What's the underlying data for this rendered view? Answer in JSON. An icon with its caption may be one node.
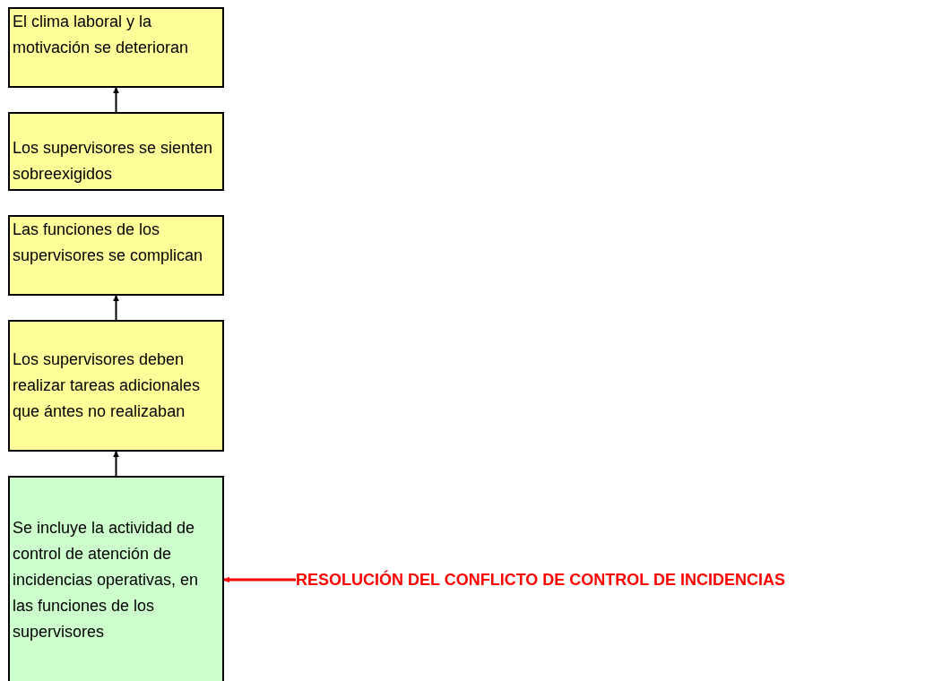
{
  "diagram": {
    "nodes": [
      {
        "text": [
          "El clima laboral y la motivación se deterioran"
        ]
      },
      {
        "text": [
          "Los supervisores se sienten sobreexigidos"
        ]
      },
      {
        "text": [
          "Las funciones de los supervisores se complican"
        ]
      },
      {
        "text": [
          "Los supervisores deben realizar tareas adicionales que ántes no realizaban"
        ]
      },
      {
        "text": [
          "Se incluye la actividad de control de atención de incidencias operativas, en las funciones de los supervisores"
        ]
      },
      {
        "text": [
          "RESOLUCIÓN DEL CONFLICTO DE CONTROL DE INCIDENCIAS"
        ]
      }
    ],
    "edges": [
      {
        "from": 1,
        "to": 0,
        "arrow": "to"
      },
      {
        "from": 3,
        "to": 2,
        "arrow": "to"
      },
      {
        "from": 4,
        "to": 3,
        "arrow": "to"
      },
      {
        "from": 5,
        "to": 4,
        "arrow": "to",
        "color": "#ff0000"
      }
    ]
  }
}
